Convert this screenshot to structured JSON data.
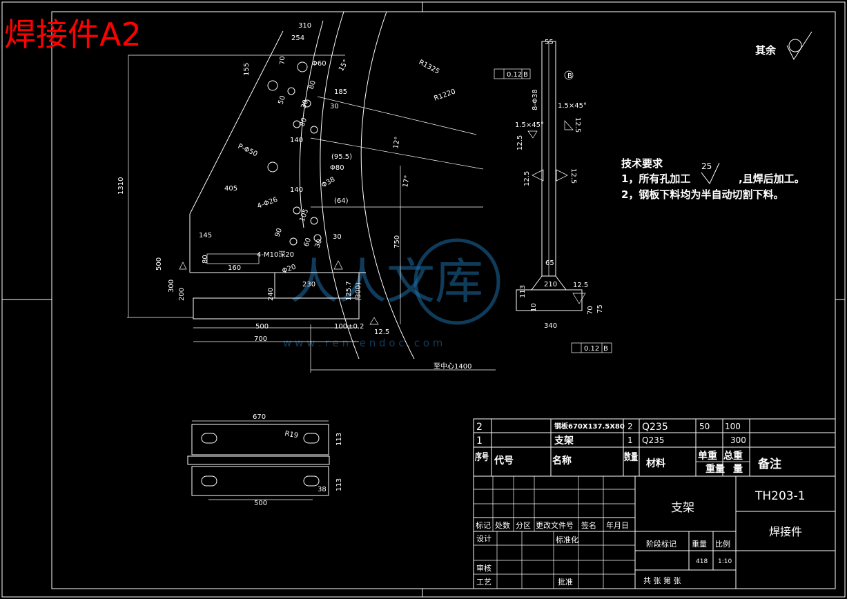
{
  "title": "焊接件A2",
  "roughness_other": "其余",
  "tech": {
    "heading": "技术要求",
    "line1a": "1，所有孔加工",
    "line1_val": "25",
    "line1b": ",且焊后加工。",
    "line2": "2，钢板下料均为半自动切割下料。"
  },
  "watermark": {
    "text": "人人文库",
    "url": "w w w . r e n r e n d o c . c o m"
  },
  "dims": {
    "d310": "310",
    "d254": "254",
    "d155": "155",
    "d70": "70",
    "phi60": "Φ60",
    "deg15": "15°",
    "r1325": "R1325",
    "r1220": "R1220",
    "d185": "185",
    "d30a": "30",
    "d80a": "80",
    "d30b": "30",
    "d50": "50",
    "d80b": "80",
    "d140a": "140",
    "d12deg": "12°",
    "p950": "P-Φ50",
    "d955": "(95.5)",
    "phi80": "Φ80",
    "d1310": "1310",
    "d405": "405",
    "d140b": "140",
    "phi38": "Φ38",
    "d64": "(64)",
    "d750": "750",
    "d17deg": "17°",
    "a4p26": "4-Φ26",
    "d105": "105",
    "d30c": "30",
    "d90": "90",
    "d60": "60",
    "d30d": "30",
    "d145": "145",
    "d160": "160",
    "m10": "4-M10深20",
    "phi20": "Φ20",
    "d500v": "500",
    "d300": "300",
    "d200": "200",
    "d230": "230",
    "d240": "240",
    "d1257": "125.7",
    "d300p": "(300)",
    "d500": "500",
    "d100": "100±0.2",
    "d700": "700",
    "r125": "12.5",
    "center": "至中心1400",
    "v55": "55",
    "tol1": "0.12",
    "refB": "B",
    "v838": "8-Φ38",
    "ch1": "1.5×45°",
    "ch2": "1.5×45°",
    "v125a": "12.5",
    "v125b": "12.5",
    "v125c": "12.5",
    "v125d": "12.5",
    "v65": "65",
    "v210": "210",
    "v113": "113",
    "v10": "10",
    "v125e": "12.5",
    "v70": "70",
    "v75": "75",
    "v340": "340",
    "tol2": "0.12",
    "refB2": "B",
    "d670": "670",
    "r19": "R19",
    "d113a": "113",
    "d113b": "113",
    "d38": "38",
    "d500b": "500"
  },
  "bom": {
    "rows": [
      {
        "seq": "2",
        "code": "",
        "name": "钢板670X137.5X80",
        "qty": "2",
        "material": "Q235",
        "unit": "50",
        "total": "100",
        "note": ""
      },
      {
        "seq": "1",
        "code": "",
        "name": "支架",
        "qty": "1",
        "material": "Q235",
        "unit": "",
        "total": "300",
        "note": ""
      }
    ],
    "headers": {
      "seq": "序号",
      "code": "代号",
      "name": "名称",
      "qty": "数量",
      "material": "材料",
      "unit": "单重",
      "total": "总重",
      "unit2": "重量",
      "total2": "量",
      "note": "备注"
    }
  },
  "titleblock": {
    "drawing_no": "TH203-1",
    "part": "支架",
    "type": "焊接件",
    "rev_labels": [
      "标记",
      "处数",
      "分区",
      "更改文件号",
      "签名",
      "年月日"
    ],
    "design": "设计",
    "standard": "标准化",
    "stage": "阶段标记",
    "weight_label": "重量",
    "scale_label": "比例",
    "weight": "418",
    "scale": "1:10",
    "check": "审核",
    "process": "工艺",
    "approve": "批准",
    "sheets": "共    张    第    张"
  }
}
